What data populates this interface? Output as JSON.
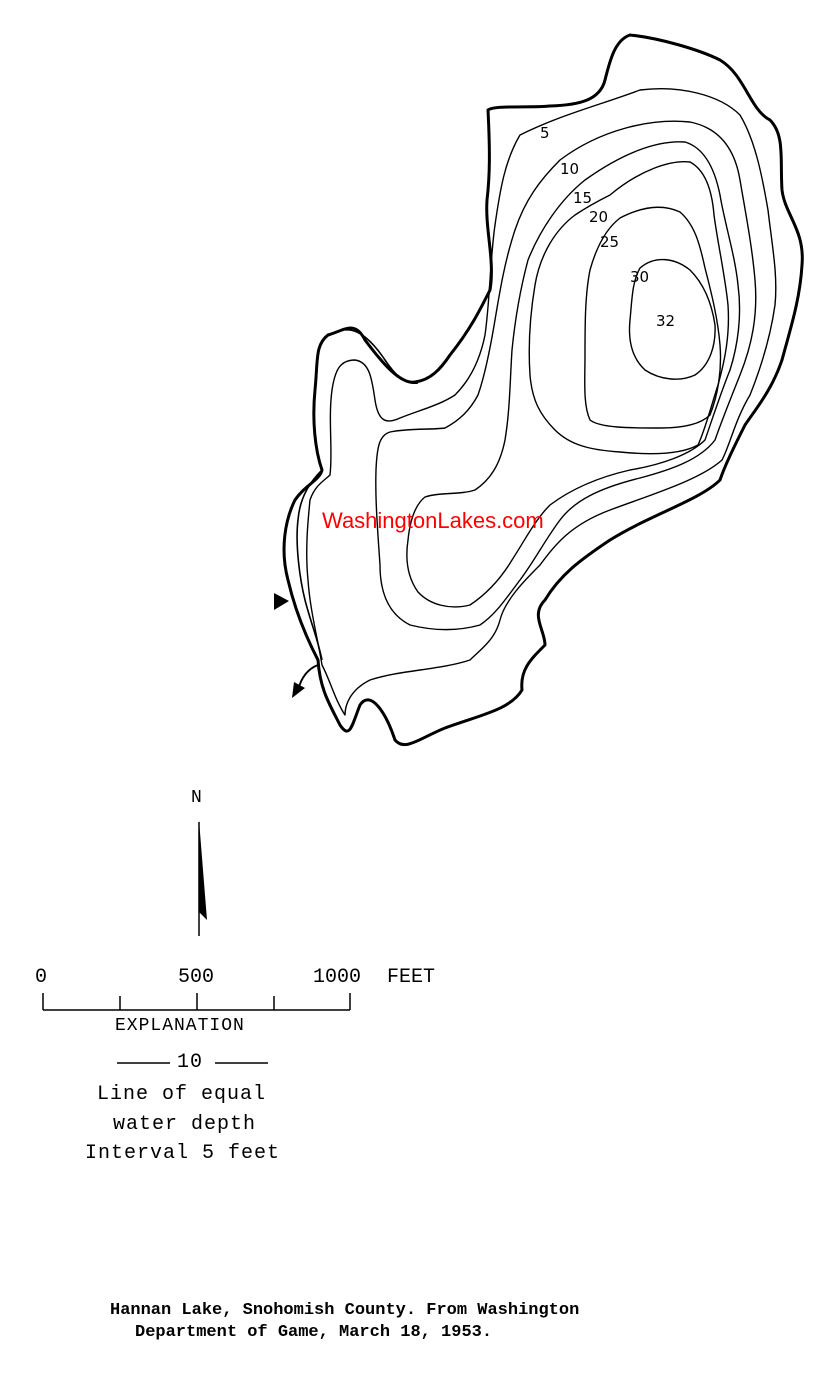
{
  "watermark": "WashingtonLakes.com",
  "contour_labels": [
    "5",
    "10",
    "15",
    "20",
    "25",
    "30",
    "32"
  ],
  "north_label": "N",
  "scale": {
    "ticks": [
      "0",
      "500",
      "1000"
    ],
    "unit": "FEET"
  },
  "legend": {
    "heading": "EXPLANATION",
    "sample_value": "10",
    "line1": "Line of equal",
    "line2": "water depth",
    "line3": "Interval 5 feet"
  },
  "caption": {
    "line1": "Hannan Lake, Snohomish County.  From Washington",
    "line2": "Department of Game, March 18, 1953."
  }
}
